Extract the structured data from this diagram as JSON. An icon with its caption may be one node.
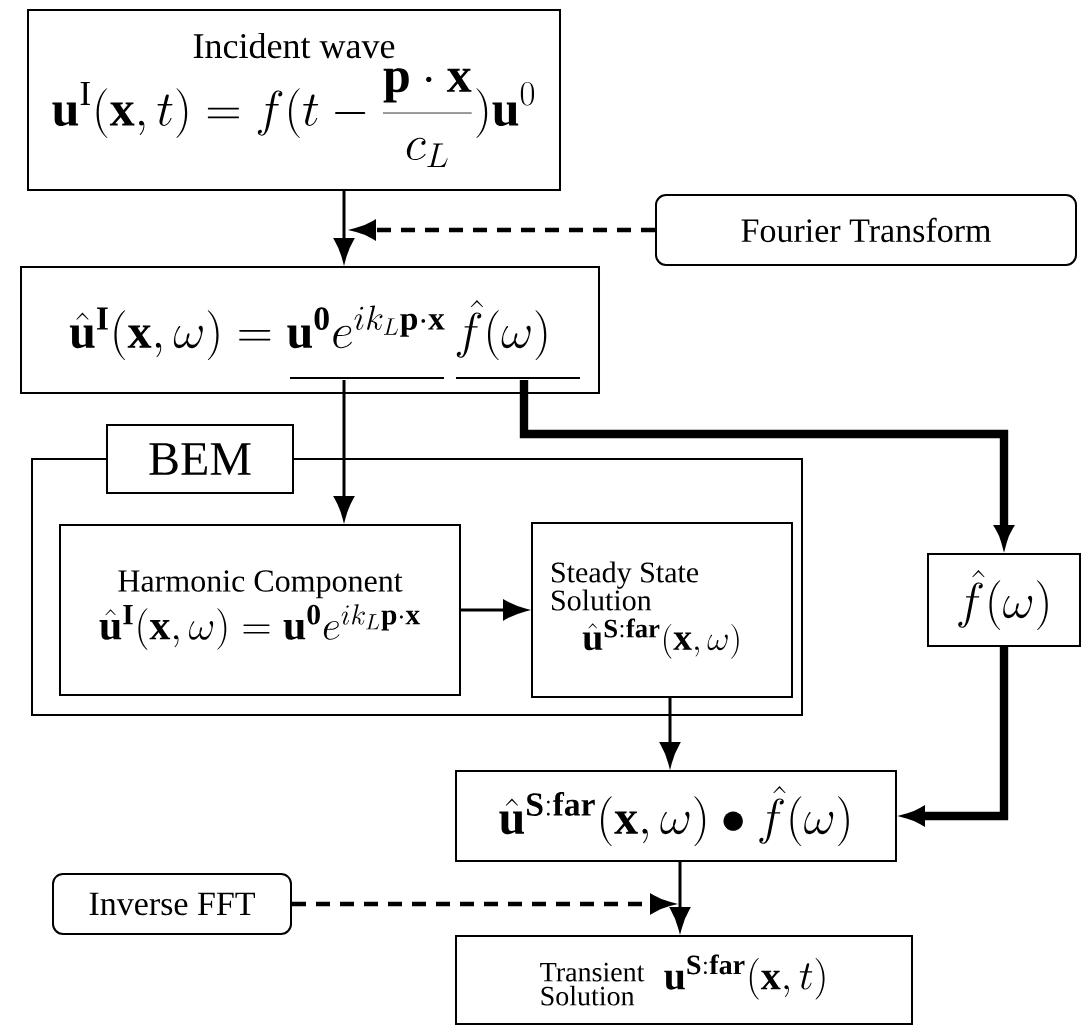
{
  "diagram": {
    "nodes": [
      {
        "text": [
          "Incident wave",
          "\\mathbf{u}^{\\mathrm{I}}(\\mathbf{x},t)=f(t-\\frac{\\mathbf{p}\\cdot\\mathbf{x}}{c_L})\\mathbf{u}^{0}"
        ]
      },
      {
        "text": [
          "Fourier Transform"
        ]
      },
      {
        "text": [
          "\\hat{\\mathbf{u}}^{\\mathbf{I}}(\\mathbf{x},\\omega)=\\mathbf{u}^{\\mathbf{0}}e^{ik_L\\mathbf{p}\\cdot\\mathbf{x}}\\,\\hat{f}(\\omega)"
        ]
      },
      {
        "text": [
          "BEM"
        ]
      },
      {
        "text": [
          "Harmonic Component",
          "\\hat{\\mathbf{u}}^{\\mathbf{I}}(\\mathbf{x},\\omega)=\\mathbf{u}^{\\mathbf{0}}e^{ik_L\\mathbf{p}\\cdot\\mathbf{x}}"
        ],
        "in": 3
      },
      {
        "text": [
          "Steady State Solution",
          "\\hat{\\mathbf{u}}^{\\mathbf{S:far}}(\\mathbf{x},\\omega)"
        ],
        "in": 3
      },
      {
        "text": [
          "\\hat{f}(\\omega)"
        ]
      },
      {
        "text": [
          "\\hat{\\mathbf{u}}^{\\mathbf{S:far}}(\\mathbf{x},\\omega)\\bullet\\hat{f}(\\omega)"
        ]
      },
      {
        "text": [
          "Inverse FFT"
        ]
      },
      {
        "text": [
          "Transient Solution",
          "\\mathbf{u}^{\\mathbf{S:far}}(\\mathbf{x},t)"
        ]
      }
    ],
    "edges": [
      {
        "from": 0,
        "to": 2,
        "arrow": "to"
      },
      {
        "from": 1,
        "to": null,
        "arrow": "to",
        "style": "dashed"
      },
      {
        "from": 2,
        "to": 4,
        "arrow": "to"
      },
      {
        "from": 2,
        "to": 6,
        "arrow": "to",
        "style": "thick"
      },
      {
        "from": 4,
        "to": 5,
        "arrow": "to"
      },
      {
        "from": 5,
        "to": 7,
        "arrow": "to"
      },
      {
        "from": 6,
        "to": 7,
        "arrow": "to",
        "style": "thick"
      },
      {
        "from": 7,
        "to": 9,
        "arrow": "to"
      },
      {
        "from": 8,
        "to": null,
        "arrow": "to",
        "style": "dashed"
      }
    ]
  }
}
